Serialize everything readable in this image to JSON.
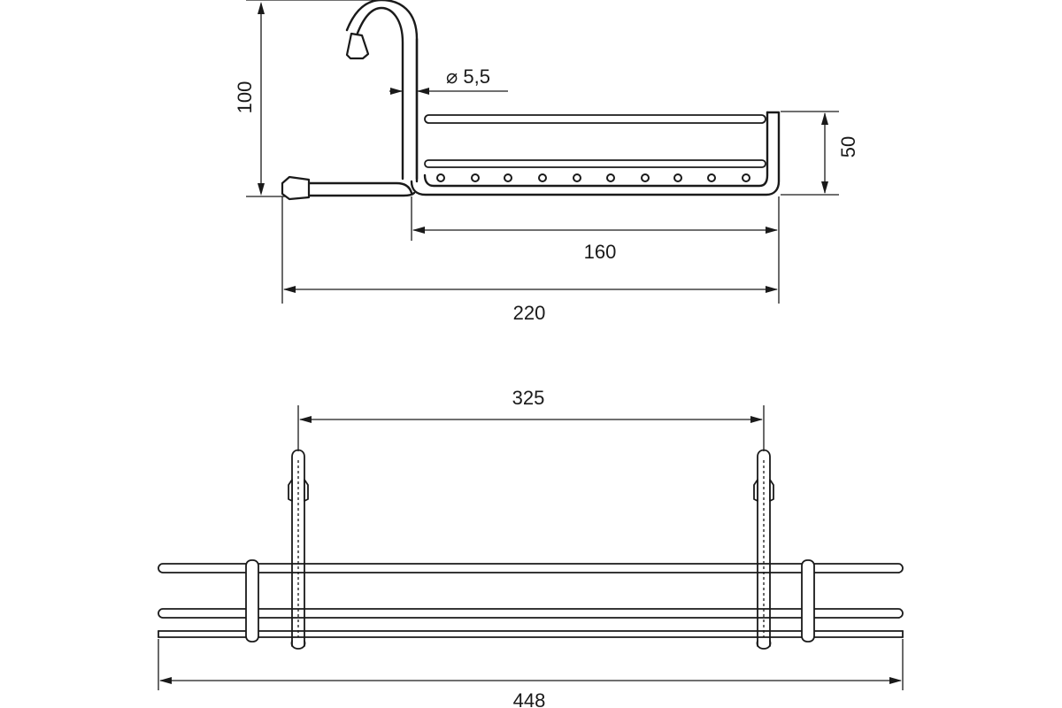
{
  "side_view": {
    "dimensions": {
      "height_total": "100",
      "height_basket": "50",
      "rod_diameter": "⌀ 5,5",
      "depth_basket": "160",
      "depth_total": "220"
    }
  },
  "front_view": {
    "dimensions": {
      "hook_spacing": "325",
      "width_total": "448"
    }
  }
}
